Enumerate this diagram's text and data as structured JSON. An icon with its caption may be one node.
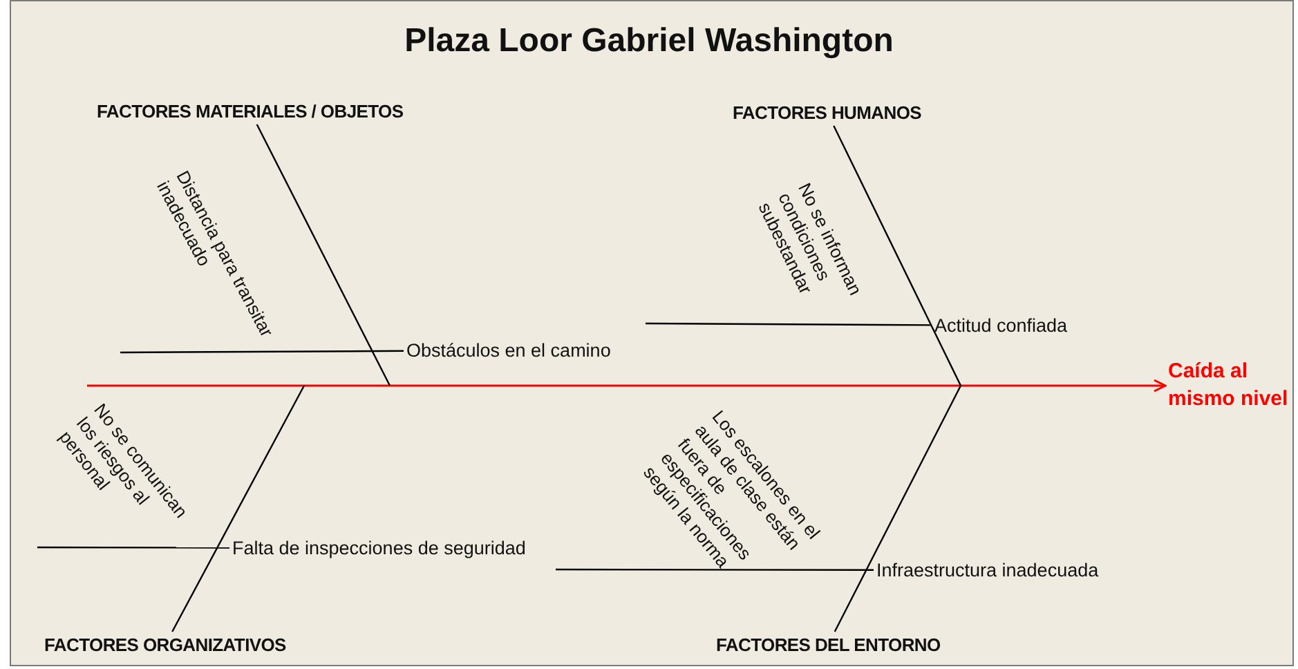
{
  "diagram": {
    "title": "Plaza Loor Gabriel Washington",
    "nodes": [
      {
        "text": [
          "FACTORES MATERIALES / OBJETOS"
        ]
      },
      {
        "text": [
          "Obstáculos en el camino"
        ]
      },
      {
        "text": [
          "FACTORES HUMANOS"
        ]
      },
      {
        "text": [
          "Actitud confiada"
        ]
      },
      {
        "text": [
          "Caída al mismo nivel"
        ]
      },
      {
        "text": [
          "Falta de inspecciones de seguridad"
        ]
      },
      {
        "text": [
          "FACTORES ORGANIZATIVOS"
        ]
      },
      {
        "text": [
          "Infraestructura inadecuada"
        ]
      },
      {
        "text": [
          "FACTORES DEL ENTORNO"
        ]
      }
    ],
    "edges": [
      {
        "from": null,
        "to": 4,
        "arrow": "to",
        "color": "#ff0000"
      },
      {
        "from": 0,
        "to": null,
        "arrow": "none"
      },
      {
        "from": null,
        "to": 1,
        "arrow": "none"
      },
      {
        "from": 2,
        "to": null,
        "arrow": "none"
      },
      {
        "from": null,
        "to": 3,
        "arrow": "none"
      },
      {
        "from": 6,
        "to": null,
        "arrow": "none"
      },
      {
        "from": null,
        "to": 5,
        "arrow": "none"
      },
      {
        "from": 8,
        "to": null,
        "arrow": "none"
      },
      {
        "from": null,
        "to": 7,
        "arrow": "none"
      }
    ],
    "labels": [
      "Distancia para transitar inadecuado",
      "No se informan condiciones subestandar",
      "No se comunican los riesgos al personal",
      "Los escalones en el aula de clase están fuera de especificaciones según la norma"
    ]
  }
}
